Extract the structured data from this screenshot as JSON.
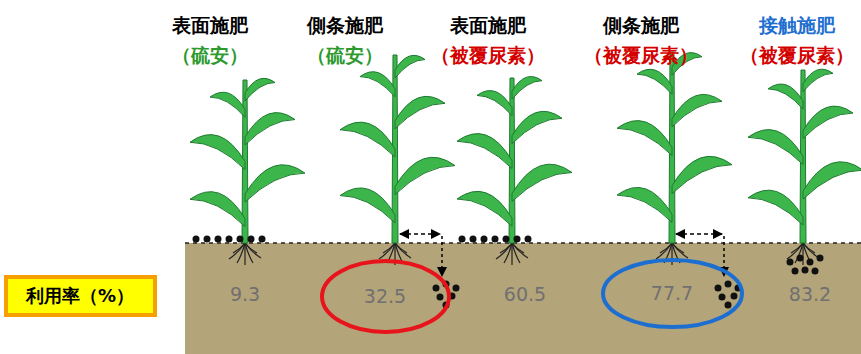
{
  "diagram": {
    "nodes": [
      {
        "text": [
          "利用率（%）"
        ]
      },
      {
        "text": [
          "32.5"
        ]
      },
      {
        "text": [
          "77.7"
        ]
      }
    ],
    "labels": [
      "表面施肥",
      "（硫安）",
      "側条施肥",
      "（硫安）",
      "表面施肥",
      "（被覆尿素）",
      "側条施肥",
      "（被覆尿素）",
      "接触施肥",
      "（被覆尿素）",
      "9.3",
      "60.5",
      "83.2"
    ]
  }
}
